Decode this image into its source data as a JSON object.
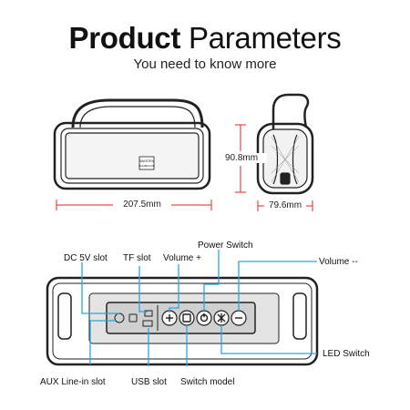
{
  "header": {
    "title_bold": "Product",
    "title_rest": "Parameters",
    "subtitle": "You need to know more"
  },
  "dimensions": {
    "width": "207.5mm",
    "height": "90.8mm",
    "depth": "79.6mm"
  },
  "front_brand": [
    "SAKSTEN",
    "BOHMCOUF"
  ],
  "panel_labels": {
    "dc_slot": "DC 5V slot",
    "tf_slot": "TF slot",
    "volume_up": "Volume +",
    "power_switch": "Power Switch",
    "volume_down": "Volume --",
    "aux_slot": "AUX Line-in slot",
    "usb_slot": "USB slot",
    "switch_model": "Switch model",
    "led_switch": "LED Switch"
  },
  "colors": {
    "accent": "#2aa7dc",
    "dimension_line": "#e02424",
    "outline": "#222222"
  }
}
